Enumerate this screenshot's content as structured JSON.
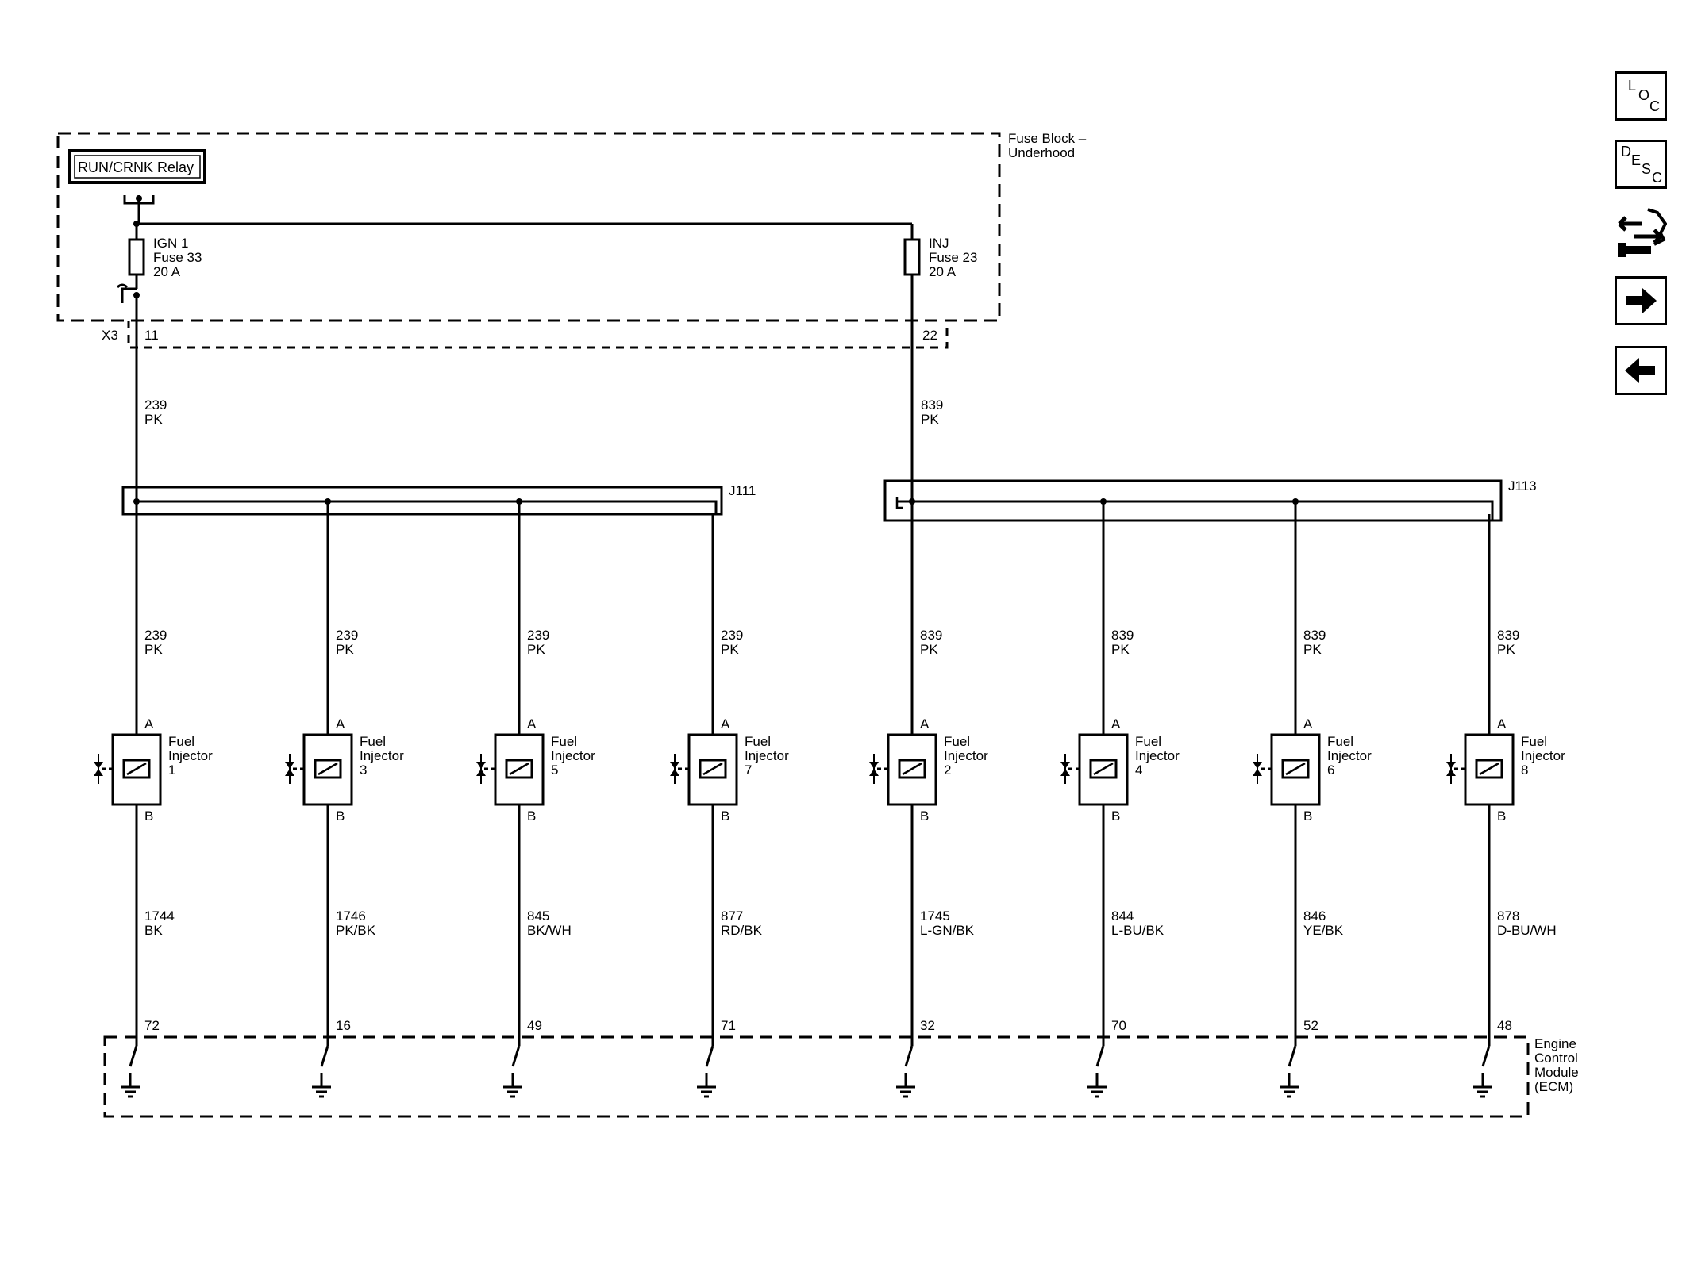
{
  "fuse_block": {
    "label_line1": "Fuse Block –",
    "label_line2": "Underhood",
    "relay_label": "RUN/CRNK Relay",
    "fuse_left": {
      "name": "IGN 1",
      "number": "Fuse 33",
      "rating": "20 A"
    },
    "fuse_right": {
      "name": "INJ",
      "number": "Fuse 23",
      "rating": "20 A"
    },
    "connector": "X3",
    "pin_left": "11",
    "pin_right": "22"
  },
  "feed_wires": {
    "left": {
      "circuit": "239",
      "color": "PK"
    },
    "right": {
      "circuit": "839",
      "color": "PK"
    }
  },
  "splices": {
    "left": "J111",
    "right": "J113"
  },
  "injectors": [
    {
      "label_line1": "Fuel",
      "label_line2": "Injector",
      "number": "1",
      "pin_a": "A",
      "pin_b": "B",
      "supply_circuit": "239",
      "supply_color": "PK",
      "control_circuit": "1744",
      "control_color": "BK",
      "ecm_pin": "72"
    },
    {
      "label_line1": "Fuel",
      "label_line2": "Injector",
      "number": "3",
      "pin_a": "A",
      "pin_b": "B",
      "supply_circuit": "239",
      "supply_color": "PK",
      "control_circuit": "1746",
      "control_color": "PK/BK",
      "ecm_pin": "16"
    },
    {
      "label_line1": "Fuel",
      "label_line2": "Injector",
      "number": "5",
      "pin_a": "A",
      "pin_b": "B",
      "supply_circuit": "239",
      "supply_color": "PK",
      "control_circuit": "845",
      "control_color": "BK/WH",
      "ecm_pin": "49"
    },
    {
      "label_line1": "Fuel",
      "label_line2": "Injector",
      "number": "7",
      "pin_a": "A",
      "pin_b": "B",
      "supply_circuit": "239",
      "supply_color": "PK",
      "control_circuit": "877",
      "control_color": "RD/BK",
      "ecm_pin": "71"
    },
    {
      "label_line1": "Fuel",
      "label_line2": "Injector",
      "number": "2",
      "pin_a": "A",
      "pin_b": "B",
      "supply_circuit": "839",
      "supply_color": "PK",
      "control_circuit": "1745",
      "control_color": "L-GN/BK",
      "ecm_pin": "32"
    },
    {
      "label_line1": "Fuel",
      "label_line2": "Injector",
      "number": "4",
      "pin_a": "A",
      "pin_b": "B",
      "supply_circuit": "839",
      "supply_color": "PK",
      "control_circuit": "844",
      "control_color": "L-BU/BK",
      "ecm_pin": "70"
    },
    {
      "label_line1": "Fuel",
      "label_line2": "Injector",
      "number": "6",
      "pin_a": "A",
      "pin_b": "B",
      "supply_circuit": "839",
      "supply_color": "PK",
      "control_circuit": "846",
      "control_color": "YE/BK",
      "ecm_pin": "52"
    },
    {
      "label_line1": "Fuel",
      "label_line2": "Injector",
      "number": "8",
      "pin_a": "A",
      "pin_b": "B",
      "supply_circuit": "839",
      "supply_color": "PK",
      "control_circuit": "878",
      "control_color": "D-BU/WH",
      "ecm_pin": "48"
    }
  ],
  "ecm": {
    "label_line1": "Engine",
    "label_line2": "Control",
    "label_line3": "Module",
    "label_line4": "(ECM)"
  },
  "nav": {
    "loc": {
      "l1": "L",
      "l2": "O",
      "l3": "C"
    },
    "desc": {
      "l1": "D",
      "l2": "E",
      "l3": "S",
      "l4": "C"
    },
    "icons": [
      "connector-tool-icon",
      "arrow-right-icon",
      "arrow-left-icon"
    ]
  },
  "colors": {
    "line": "#000000",
    "background": "#ffffff"
  }
}
